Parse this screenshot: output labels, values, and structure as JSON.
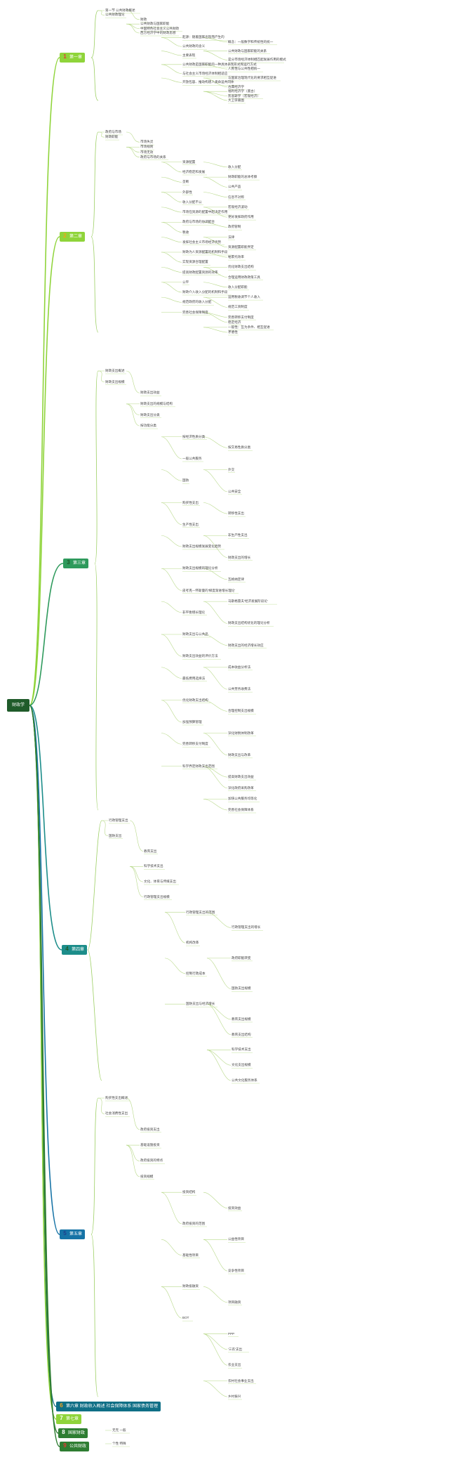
{
  "root": "财政学",
  "chapters": [
    {
      "num": "1",
      "label": "第一章",
      "color": "#8fd43a",
      "num_color": "#e53935"
    },
    {
      "num": "2",
      "label": "第二章",
      "color": "#8fd43a",
      "num_color": "#f4a21a"
    },
    {
      "num": "3",
      "label": "第三章",
      "color": "#2e9a5c",
      "num_color": "#1f5b2a"
    },
    {
      "num": "4",
      "label": "第四章",
      "color": "#1c8d8a",
      "num_color": "#1f5b2a"
    },
    {
      "num": "5",
      "label": "第五章",
      "color": "#1673a6",
      "num_color": "#1f3f8c"
    },
    {
      "num": "6",
      "label": "第六章 财政收入概述 社会保障体系 国家债务管理",
      "color": "#0f6f86",
      "num_color": "#f4a21a"
    },
    {
      "num": "7",
      "label": "第七章",
      "color": "#8fd43a",
      "num_color": "#ffffff"
    },
    {
      "num": "8",
      "label": "国家财政",
      "color": "#2e7d32",
      "num_color": "#ffffff"
    },
    {
      "num": "9",
      "label": "公共财政",
      "color": "#2e7d32",
      "num_color": "#e53935"
    }
  ],
  "labels": {
    "c1": [
      "第一节 公共财政概述",
      "公共财政理论",
      "财政",
      "公共财政与国家职能",
      "中国特色社会主义公共财政",
      "西方经济学中的财政思想",
      "起源：随着国家出现而产生的",
      "概念：一般数学和传统性的统一",
      "公共财政的含义",
      "公共财政与国家职能的关系",
      "主要表现",
      "是分市场经济体制相匹配发展作用的模式",
      "公共财政是国家职能的一种具体表现形式和运行方式",
      "人民性与公共性相统一",
      "与社会主义市场经济体制相适应",
      "与国家治理现代化的要求相互促进",
      "开放包容、推动构建人类命运共同体",
      "古典经济学",
      "福利经济学（底古）",
      "凯恩斯学（宏观经济）",
      "大卫李嘉图"
    ],
    "c2": [
      "政府与市场",
      "财政职能",
      "市场失灵",
      "市场规则",
      "市场无效",
      "政府与市场的关系",
      "资源配置",
      "收入分配",
      "经济稳定和发展",
      "财政职能的总体考察",
      "垄断",
      "公共产品",
      "外部性",
      "信息不对称",
      "收入分配不公",
      "宏观经济波动",
      "市场在资源的配置中起决定作用",
      "更好发挥政府作用",
      "政府与市场的协调配合",
      "政府管制",
      "税收",
      "法律",
      "发挥社会主义市场经济优势",
      "资源配置职能界定",
      "财政为人资源配置的机制和手段",
      "帕累托效率",
      "实现资源合理配置",
      "优化财政支出结构",
      "提高财政配置资源的效率",
      "合理运用财政政策工具",
      "公平",
      "收入分配职能",
      "财政介入收入分配的机制和手段",
      "运用税收调节个人收入",
      "规范政府的收入分配",
      "规范工资制度",
      "完善社会保障制度",
      "完善转移支付制度",
      "稳定经济",
      "一般性：互为条件、相互促进",
      "矛盾性"
    ],
    "c3": [
      "财政支出概述",
      "财政支出规模",
      "财政支出效益",
      "财政支出的规模与结构",
      "财政支出分类",
      "按功能分类",
      "按经济性质分类",
      "按交易性质分类",
      "一般公共服务",
      "外交",
      "国防",
      "公共安全",
      "购买性支出",
      "转移性支出",
      "生产性支出",
      "非生产性支出",
      "财政支出规模发展变化趋势",
      "财政支出的增长",
      "财政支出规模的理论分析",
      "瓦格纳定律",
      "皮考克—怀斯曼的'梯度渐进增长理论'",
      "马斯格雷夫'经济发展阶段论'",
      "非平衡增长理论",
      "财政支出结构优化的理论分析",
      "财政支出与公共品",
      "财政支出的经济增长效应",
      "财政支出效益的评价方法",
      "成本收益分析法",
      "最低费用选择法",
      "公共劳务收费法",
      "优化财政支出结构",
      "合理控制支出规模",
      "加强预算管理",
      "深化财税体制改革",
      "完善转移支付制度",
      "财政支出与改革",
      "科学界定财政支出范围",
      "提高财政支出效益",
      "深化政府采购改革",
      "加快公共服务均等化",
      "完善社会保障体系"
    ],
    "c4": [
      "行政管理支出",
      "国防支出",
      "教育支出",
      "科学技术支出",
      "文化、体育与传媒支出",
      "行政管理支出规模",
      "行政管理支出的范围",
      "行政管理支出的增长",
      "机构改革",
      "政府职能转变",
      "控制行政成本",
      "国防支出规模",
      "国防支出与经济增长",
      "教育支出规模",
      "教育支出结构",
      "科学技术支出",
      "文化支出规模",
      "公共文化服务体系"
    ],
    "c5": [
      "购买性支出概述",
      "社会消费性支出",
      "政府投资支出",
      "基础设施投资",
      "政府投资的特点",
      "投资规模",
      "投资结构",
      "投资效益",
      "政府投资的范围",
      "公益性项目",
      "基础性项目",
      "竞争性项目",
      "财政投融资",
      "项目融资",
      "BOT",
      "PPP",
      "'三农'支出",
      "农业支出",
      "农村社会事业支出",
      "乡村振兴"
    ],
    "c8": [
      "无无 一般"
    ],
    "c9": [
      "个性 特殊"
    ]
  }
}
